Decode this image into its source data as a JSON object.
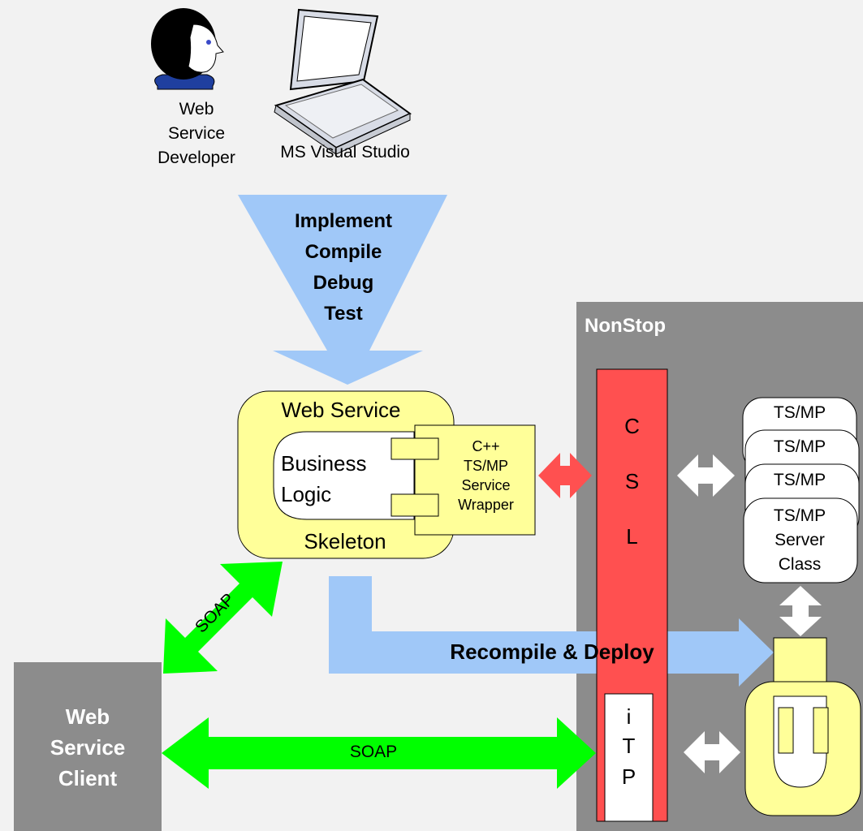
{
  "developer": {
    "label_line1": "Web",
    "label_line2": "Service",
    "label_line3": "Developer"
  },
  "studio": {
    "label": "MS Visual Studio"
  },
  "dev_steps": [
    "Implement",
    "Compile",
    "Debug",
    "Test"
  ],
  "nonstop": {
    "title": "NonStop"
  },
  "web_service": {
    "title": "Web Service",
    "business_logic_line1": "Business",
    "business_logic_line2": "Logic",
    "skeleton": "Skeleton",
    "wrapper_lines": [
      "C++",
      "TS/MP",
      "Service",
      "Wrapper"
    ]
  },
  "csl": {
    "letters": [
      "C",
      "S",
      "L"
    ]
  },
  "itp": {
    "letters": [
      "i",
      "T",
      "P"
    ]
  },
  "server_class": {
    "stack_labels": [
      "TS/MP",
      "TS/MP",
      "TS/MP"
    ],
    "front_lines": [
      "TS/MP",
      "Server",
      "Class"
    ]
  },
  "client": {
    "lines": [
      "Web",
      "Service",
      "Client"
    ]
  },
  "arrows": {
    "soap_diagonal": "SOAP",
    "soap_horizontal": "SOAP",
    "recompile": "Recompile & Deploy"
  },
  "colors": {
    "background": "#f2f2f2",
    "gray_panel": "#8c8c8c",
    "csl_red": "#ff5050",
    "yellow": "#ffff99",
    "light_blue": "#a0c8f8",
    "green": "#00ff00",
    "white": "#ffffff"
  }
}
